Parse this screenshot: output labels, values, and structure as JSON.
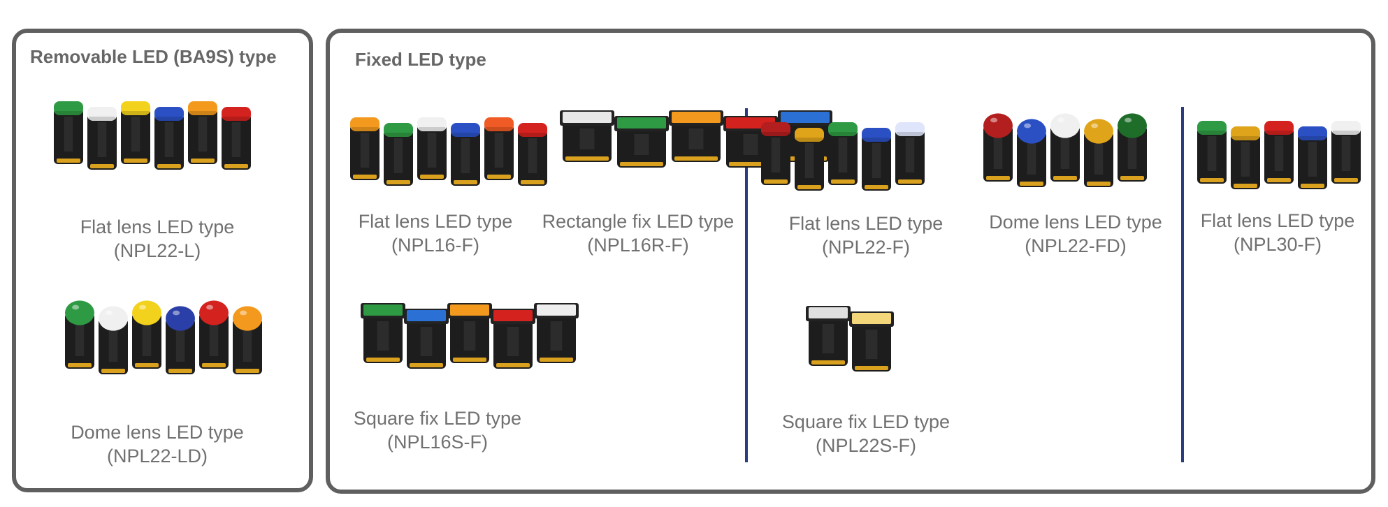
{
  "removable_panel": {
    "title": "Removable LED (BA9S) type",
    "products": [
      {
        "name": "Flat lens LED type",
        "model": "(NPL22-L)",
        "lens": "flat",
        "colors": [
          "#2f9a44",
          "#f0f0f0",
          "#f3d21d",
          "#2b50c4",
          "#f39a1e",
          "#d4221f"
        ]
      },
      {
        "name": "Dome lens LED type",
        "model": "(NPL22-LD)",
        "lens": "dome",
        "colors": [
          "#2f9a44",
          "#f0f0f0",
          "#f3d21d",
          "#2b3fa8",
          "#d4221f",
          "#f39a1e"
        ]
      }
    ]
  },
  "fixed_panel": {
    "title": "Fixed LED type",
    "products": [
      {
        "name": "Flat lens LED type",
        "model": "(NPL16-F)",
        "lens": "flat",
        "colors": [
          "#f39a1e",
          "#2f9a44",
          "#f0f0f0",
          "#2b50c4",
          "#f05a24",
          "#d4221f"
        ]
      },
      {
        "name": "Rectangle fix LED type",
        "model": "(NPL16R-F)",
        "lens": "rect",
        "colors": [
          "#e8e8e8",
          "#2f9a44",
          "#f39a1e",
          "#d4221f",
          "#2b70d4"
        ]
      },
      {
        "name": "Flat lens LED type",
        "model": "(NPL22-F)",
        "lens": "flat",
        "colors": [
          "#b31e1e",
          "#e0a41b",
          "#2f9a44",
          "#2b50c4",
          "#dfe6fb"
        ]
      },
      {
        "name": "Dome lens LED type",
        "model": "(NPL22-FD)",
        "lens": "dome",
        "colors": [
          "#b31e1e",
          "#2b50c4",
          "#f0f0f0",
          "#e0a41b",
          "#1e6e2a"
        ]
      },
      {
        "name": "Flat lens LED type",
        "model": "(NPL30-F)",
        "lens": "flat",
        "colors": [
          "#2f9a44",
          "#e0a41b",
          "#d4221f",
          "#2b50c4",
          "#f0f0f0"
        ]
      },
      {
        "name": "Square fix LED type",
        "model": "(NPL16S-F)",
        "lens": "square",
        "colors": [
          "#2f9a44",
          "#2b70d4",
          "#f39a1e",
          "#d4221f",
          "#eeeeee"
        ]
      },
      {
        "name": "Square fix LED type",
        "model": "(NPL22S-F)",
        "lens": "square",
        "colors": [
          "#e0e0e0",
          "#f3d77a"
        ]
      }
    ]
  },
  "accent_color": "#2c3a7e",
  "border_color": "#5f5f5f"
}
